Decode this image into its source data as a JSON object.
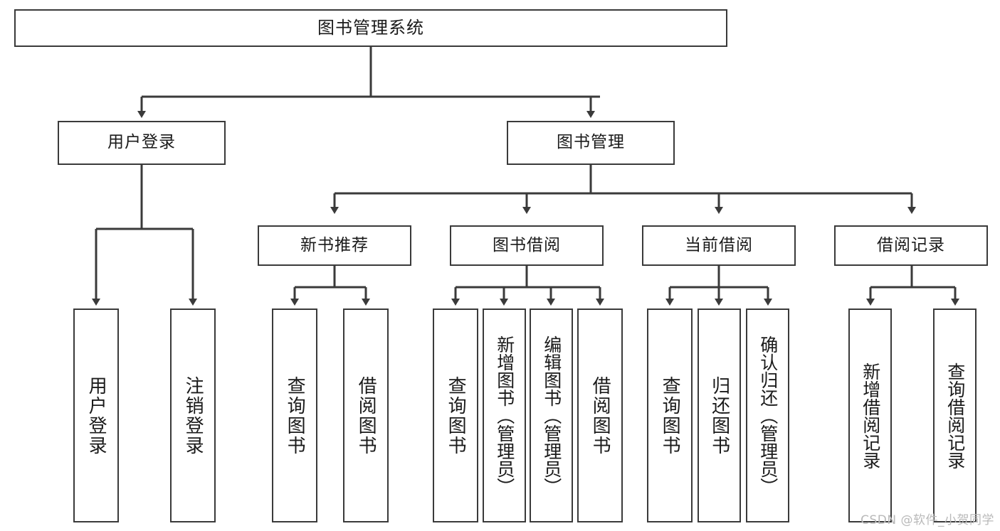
{
  "diagram": {
    "title": "图书管理系统",
    "type": "tree",
    "root": {
      "id": "root",
      "label": "图书管理系统"
    },
    "level2": [
      {
        "id": "user-login",
        "label": "用户登录"
      },
      {
        "id": "book-manage",
        "label": "图书管理"
      }
    ],
    "level3": [
      {
        "id": "new-book-recommend",
        "label": "新书推荐"
      },
      {
        "id": "book-borrow",
        "label": "图书借阅"
      },
      {
        "id": "current-borrow",
        "label": "当前借阅"
      },
      {
        "id": "borrow-record",
        "label": "借阅记录"
      }
    ],
    "leaves": [
      {
        "id": "leaf-user-login",
        "label": "用户登录",
        "parent": "user-login"
      },
      {
        "id": "leaf-user-logout",
        "label": "注销登录",
        "parent": "user-login"
      },
      {
        "id": "leaf-query-book-1",
        "label": "查询图书",
        "parent": "new-book-recommend"
      },
      {
        "id": "leaf-borrow-book-1",
        "label": "借阅图书",
        "parent": "new-book-recommend"
      },
      {
        "id": "leaf-query-book-2",
        "label": "查询图书",
        "parent": "book-borrow"
      },
      {
        "id": "leaf-add-book",
        "label": "新增图书（管理员）",
        "parent": "book-borrow"
      },
      {
        "id": "leaf-edit-book",
        "label": "编辑图书（管理员）",
        "parent": "book-borrow"
      },
      {
        "id": "leaf-borrow-book-2",
        "label": "借阅图书",
        "parent": "book-borrow"
      },
      {
        "id": "leaf-query-book-3",
        "label": "查询图书",
        "parent": "current-borrow"
      },
      {
        "id": "leaf-return-book",
        "label": "归还图书",
        "parent": "current-borrow"
      },
      {
        "id": "leaf-confirm-return",
        "label": "确认归还（管理员）",
        "parent": "current-borrow"
      },
      {
        "id": "leaf-add-record",
        "label": "新增借阅记录",
        "parent": "borrow-record"
      },
      {
        "id": "leaf-query-record",
        "label": "查询借阅记录",
        "parent": "borrow-record"
      }
    ]
  },
  "watermark": {
    "text": "CSDN @软件_小贺同学"
  },
  "colors": {
    "border": "#3a3a3a",
    "background": "#ffffff",
    "text": "#1a1a1a",
    "watermark": "#b9b9b9"
  }
}
